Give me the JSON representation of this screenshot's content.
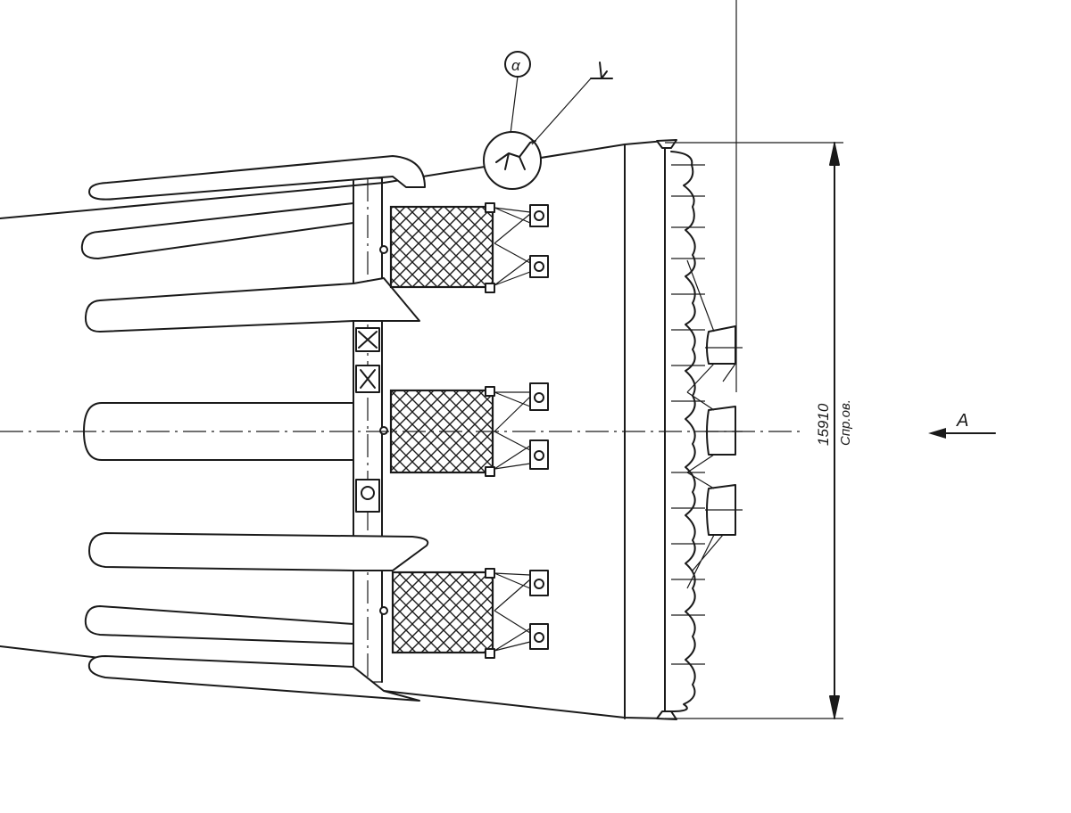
{
  "drawing": {
    "detail_marker": "α",
    "view_label": "A",
    "dimension": {
      "value": "15910",
      "note": "Спр.ов."
    }
  },
  "colors": {
    "line": "#1a1a1a",
    "paper": "#ffffff"
  }
}
